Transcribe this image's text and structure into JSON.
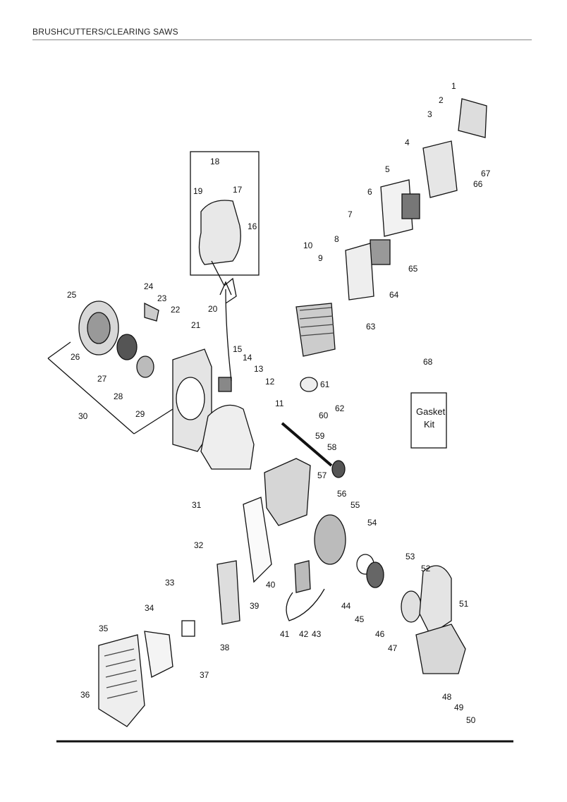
{
  "header": {
    "title": "BRUSHCUTTERS/CLEARING SAWS"
  },
  "gasket_kit": {
    "number": "68",
    "line1": "Gasket",
    "line2": "Kit"
  },
  "callouts": [
    "1",
    "2",
    "3",
    "4",
    "5",
    "6",
    "7",
    "8",
    "9",
    "10",
    "11",
    "12",
    "13",
    "14",
    "15",
    "16",
    "17",
    "18",
    "19",
    "20",
    "21",
    "22",
    "23",
    "24",
    "25",
    "26",
    "27",
    "28",
    "29",
    "30",
    "31",
    "32",
    "33",
    "34",
    "35",
    "36",
    "37",
    "38",
    "39",
    "40",
    "41",
    "42",
    "43",
    "44",
    "45",
    "46",
    "47",
    "48",
    "49",
    "50",
    "51",
    "52",
    "53",
    "54",
    "55",
    "56",
    "57",
    "58",
    "59",
    "60",
    "61",
    "62",
    "63",
    "64",
    "65",
    "66",
    "67"
  ]
}
